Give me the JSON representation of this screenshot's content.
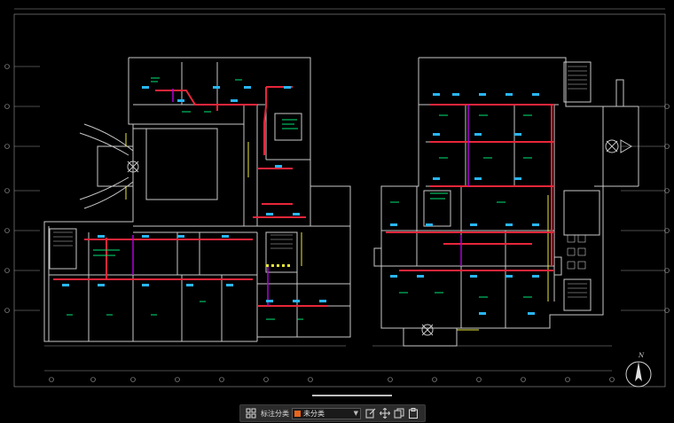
{
  "toolbar": {
    "layout_icon": "grid-icon",
    "label": "标注分类",
    "category_value": "未分类",
    "category_color": "#e8651e",
    "tools": [
      "edit-icon",
      "move-icon",
      "copy-icon",
      "paste-icon"
    ]
  },
  "compass": {
    "north": "N"
  },
  "colors": {
    "wall": "#c8c8c8",
    "duct": "#e8263a",
    "label": "#00e676",
    "fixture": "#29b6f6",
    "accent": "#b000d8",
    "door": "#e8e83a"
  }
}
